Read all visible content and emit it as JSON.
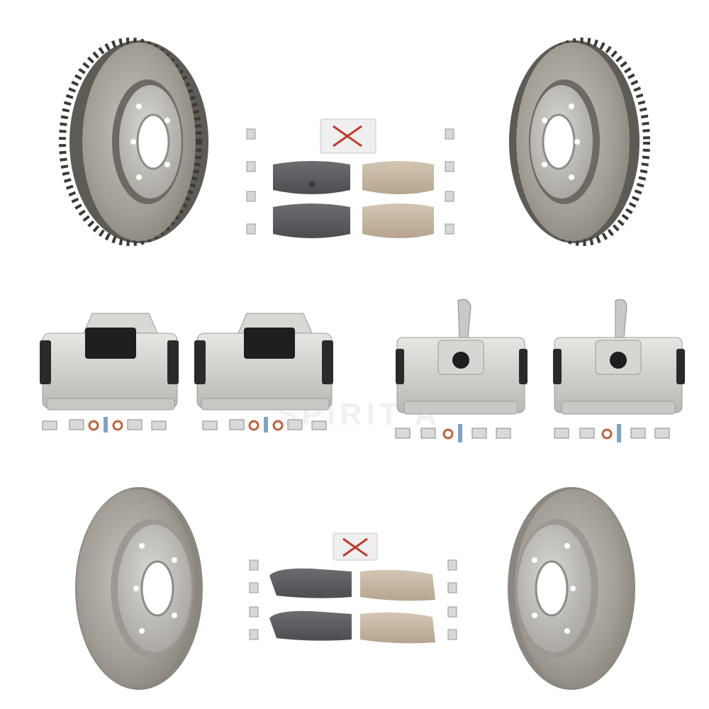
{
  "scene": {
    "subject": "brake-kit-product-photo",
    "background_color": "#ffffff",
    "watermark_text": "SPIRIT A",
    "components": {
      "front_rotors": [
        "vented-rotor-left",
        "vented-rotor-right"
      ],
      "rear_rotors": [
        "solid-rotor-left",
        "solid-rotor-right"
      ],
      "front_calipers": [
        "front-caliper-left",
        "front-caliper-right"
      ],
      "rear_calipers": [
        "rear-caliper-left",
        "rear-caliper-right"
      ],
      "pad_sets": [
        "rear-pad-set",
        "front-pad-set"
      ]
    },
    "colors": {
      "rotor_metal": "#9b968e",
      "rotor_hat": "#b9b6b1",
      "caliper_metal": "#cfcfcb",
      "semi_metallic_pad": "#5d5f63",
      "ceramic_pad": "#c4b4a0",
      "grease_packet": "#e8e8e8"
    }
  }
}
